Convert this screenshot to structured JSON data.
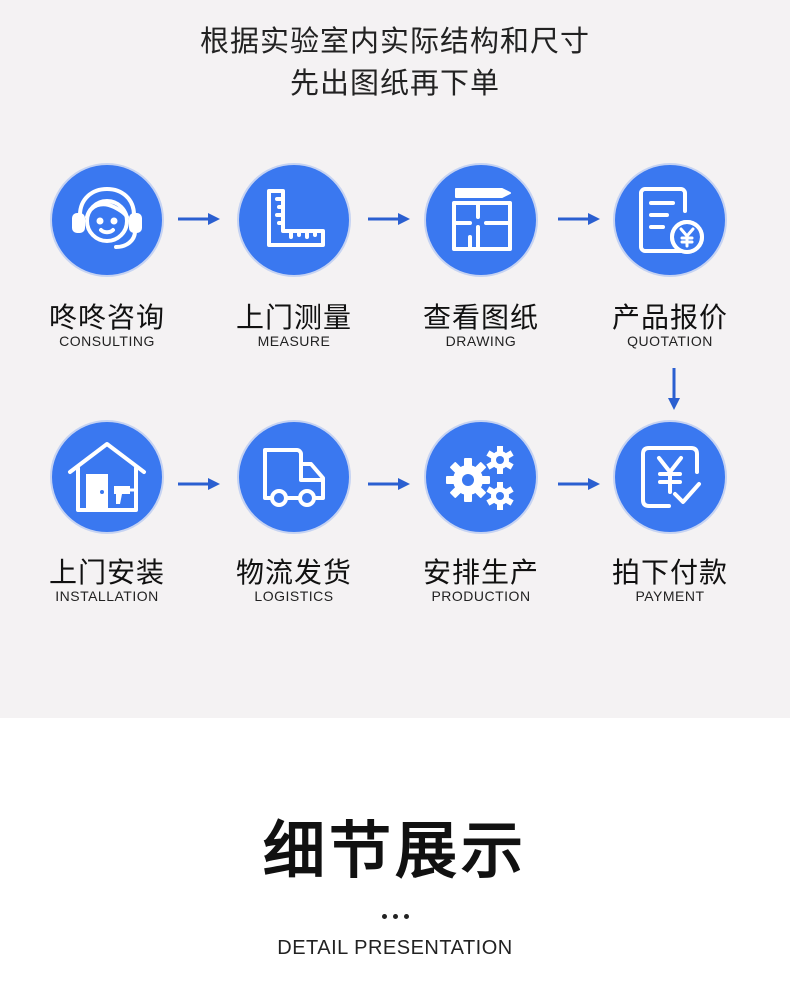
{
  "header": {
    "line1": "根据实验室内实际结构和尺寸",
    "line2": "先出图纸再下单"
  },
  "accent_color": "#3a78f0",
  "arrow_color": "#2a5fd0",
  "steps": [
    {
      "cn": "咚咚咨询",
      "en": "CONSULTING",
      "icon": "headset-support-icon"
    },
    {
      "cn": "上门测量",
      "en": "MEASURE",
      "icon": "ruler-icon"
    },
    {
      "cn": "查看图纸",
      "en": "DRAWING",
      "icon": "floor-plan-icon"
    },
    {
      "cn": "产品报价",
      "en": "QUOTATION",
      "icon": "quotation-document-icon"
    },
    {
      "cn": "拍下付款",
      "en": "PAYMENT",
      "icon": "payment-yen-icon"
    },
    {
      "cn": "安排生产",
      "en": "PRODUCTION",
      "icon": "gears-icon"
    },
    {
      "cn": "物流发货",
      "en": "LOGISTICS",
      "icon": "delivery-truck-icon"
    },
    {
      "cn": "上门安装",
      "en": "INSTALLATION",
      "icon": "house-install-icon"
    }
  ],
  "detail": {
    "title": "细节展示",
    "subtitle": "DETAIL PRESENTATION"
  }
}
